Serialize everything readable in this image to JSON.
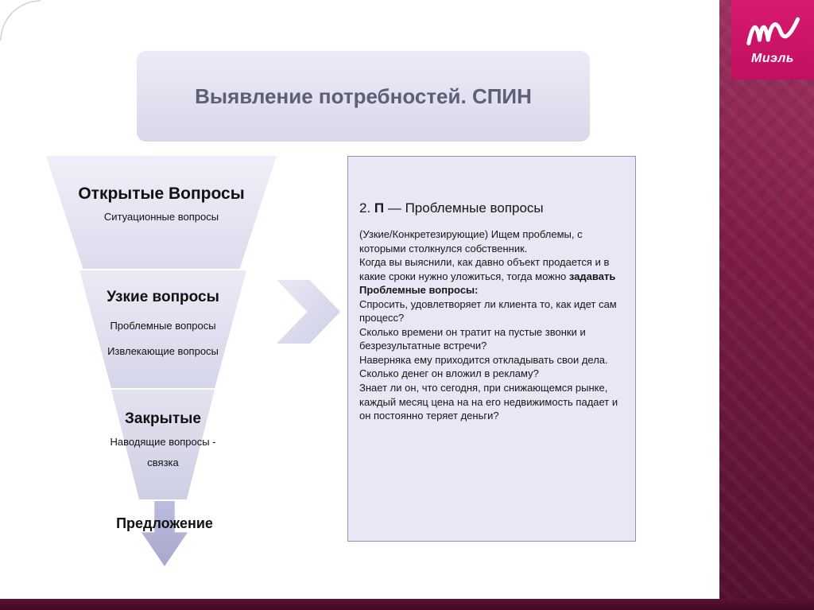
{
  "colors": {
    "sidebar_maroon": "#7c1c46",
    "bottom_bar": "#430a24",
    "logo_pink": "#d01568",
    "lavender_light": "#e7e7f5",
    "lavender_mid": "#d9d9ec",
    "title_text": "#5e5e76"
  },
  "logo": {
    "icon": "miel-m-icon",
    "text": "Миэль"
  },
  "title_banner": {
    "text": "Выявление потребностей. СПИН"
  },
  "funnel": {
    "level1": {
      "title": "Открытые Вопросы",
      "sub1": "Ситуационные вопросы"
    },
    "level2": {
      "title": "Узкие вопросы",
      "sub1": "Проблемные вопросы",
      "sub2": "Извлекающие вопросы"
    },
    "level3": {
      "title": "Закрытые",
      "sub1": "Наводящие вопросы -",
      "sub2": "связка"
    },
    "level4": {
      "title": "Предложение"
    }
  },
  "flow": {
    "right_arrow_icon": "chevron-right-arrow",
    "down_arrow_icon": "down-arrow"
  },
  "content_box": {
    "heading": {
      "prefix": "2. ",
      "letter": "П",
      "rest": " — Проблемные вопросы"
    },
    "paragraphs": [
      {
        "segments": [
          {
            "text": "(Узкие/Конкретезирующие) Ищем проблемы, с которыми столкнулся собственник.",
            "bold": false
          }
        ]
      },
      {
        "segments": [
          {
            "text": "Когда вы выяснили, как давно объект продается и в какие сроки нужно уложиться, тогда можно ",
            "bold": false
          },
          {
            "text": "задавать",
            "bold": true
          }
        ]
      },
      {
        "segments": [
          {
            "text": "Проблемные вопросы:",
            "bold": true
          }
        ]
      },
      {
        "segments": [
          {
            "text": "Спросить, удовлетворяет ли клиента то, как идет сам процесс?",
            "bold": false
          }
        ]
      },
      {
        "segments": [
          {
            "text": "Сколько времени он тратит на пустые звонки и безрезультатные встречи?",
            "bold": false
          }
        ]
      },
      {
        "segments": [
          {
            "text": "Наверняка ему приходится откладывать свои дела.",
            "bold": false
          }
        ]
      },
      {
        "segments": [
          {
            "text": "Сколько денег он вложил в рекламу?",
            "bold": false
          }
        ]
      },
      {
        "segments": [
          {
            "text": "Знает ли он, что сегодня, при снижающемся рынке, каждый месяц цена на на его недвижимость падает и он постоянно теряет деньги?",
            "bold": false
          }
        ]
      }
    ]
  }
}
